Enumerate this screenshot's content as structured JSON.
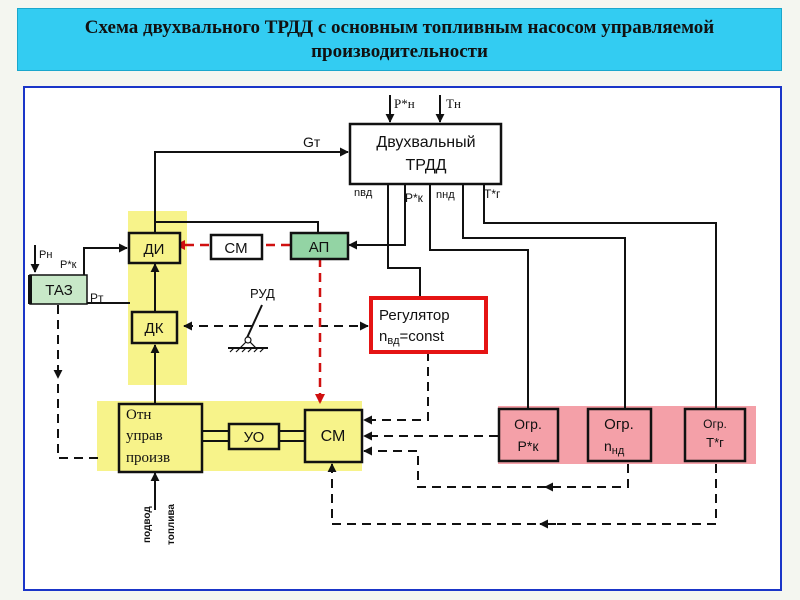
{
  "title": "Схема двухвального ТРДД с основным топливным насосом управляемой производительности",
  "blocks": {
    "engine_l1": "Двухвальный",
    "engine_l2": "ТРДД",
    "di": "ДИ",
    "sm_top": "СМ",
    "ap": "АП",
    "taz": "ТАЗ",
    "dk": "ДК",
    "regulator_l1": "Регулятор",
    "regulator_l2": "n",
    "regulator_sub": "вд",
    "regulator_l2_rest": "=const",
    "otn_l1": "Отн",
    "otn_l2": "управ",
    "otn_l3": "произв",
    "uo": "УО",
    "sm_bottom": "СМ",
    "ogr1_l1": "Огр.",
    "ogr1_l2": "Р*к",
    "ogr2_l1": "Огр.",
    "ogr2_l2": "n",
    "ogr2_sub": "нд",
    "ogr3_l1": "Огр.",
    "ogr3_l2": "Т*г"
  },
  "labels": {
    "p_n_star": "Р*н",
    "t_n": "Тн",
    "g_t": "Gт",
    "n_vd": "nвд",
    "p_k_star": "Р*к",
    "n_nd": "nнд",
    "t_g_star": "Т*г",
    "taz_p_n": "Рн",
    "taz_p_k": "Р*к",
    "taz_p_t": "Рт",
    "rud": "РУД",
    "fuel_l1": "подвод",
    "fuel_l2": "топлива"
  },
  "colors": {
    "title_bg": "#33ccf2",
    "frame_border": "#1a35c8",
    "highlight_yellow": "#f7f38a",
    "highlight_pink": "#f4a0a8",
    "ap_green": "#93d4a4",
    "taz_green": "#c8e8c8",
    "regulator_red": "#e51414",
    "signal_red": "#d01010"
  }
}
